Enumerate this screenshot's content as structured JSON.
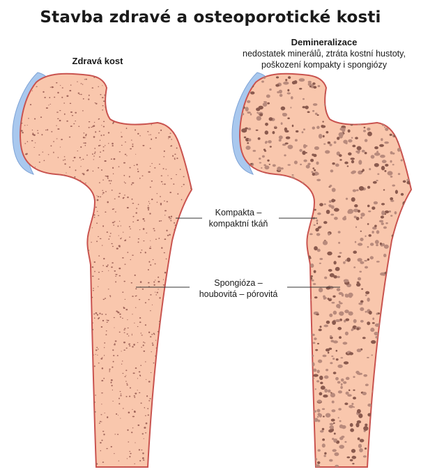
{
  "title": "Stavba zdravé a osteoporotické kosti",
  "healthy": {
    "label": "Zdravá kost"
  },
  "demineralized": {
    "label": "Demineralizace",
    "description_line1": "nedostatek minerálů, ztráta kostní hustoty,",
    "description_line2": "poškození kompakty i spongiózy"
  },
  "callouts": {
    "kompakta_line1": "Kompakta –",
    "kompakta_line2": "kompaktní tkáň",
    "spongioza_line1": "Spongióza –",
    "spongioza_line2": "houbovitá – pórovitá"
  },
  "colors": {
    "bone_fill": "#f9c7ad",
    "bone_outline": "#c9534f",
    "cartilage": "#a9c8ee",
    "pore_healthy": "#a0655a",
    "pore_demin": "#b88a7c",
    "pore_demin_dark": "#8a5a4e"
  }
}
